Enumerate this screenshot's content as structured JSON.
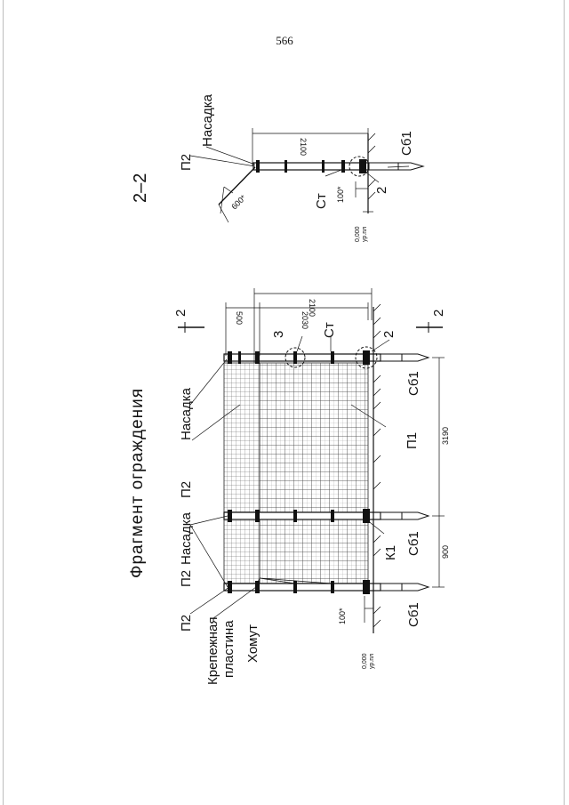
{
  "page": {
    "number": "566"
  },
  "main_drawing": {
    "title": "Фрагмент ограждения",
    "labels": {
      "p2": "П2",
      "nasadka": "Насадка",
      "krep1": "Крепежная",
      "krep2": "пластина",
      "homut": "Хомут",
      "p1": "П1",
      "st": "Ст",
      "k1": "К1",
      "sb1": "Сб1",
      "section_mark": "2",
      "detail_2": "2",
      "detail_3": "3"
    },
    "dimensions": {
      "d2100": "2100",
      "d2030": "2030",
      "d500": "500",
      "d3190": "3190",
      "d900": "900",
      "d100": "100*",
      "level_value": "0,000",
      "level_label": "ур.пл"
    }
  },
  "section_2_2": {
    "title": "2–2",
    "labels": {
      "p2": "П2",
      "nasadka": "Насадка",
      "st": "Ст",
      "sb1": "Сб1",
      "detail_2": "2"
    },
    "dimensions": {
      "d2100": "2100",
      "d600": "600*",
      "d100": "100*",
      "level_value": "0,000",
      "level_label": "ур.пл"
    }
  }
}
